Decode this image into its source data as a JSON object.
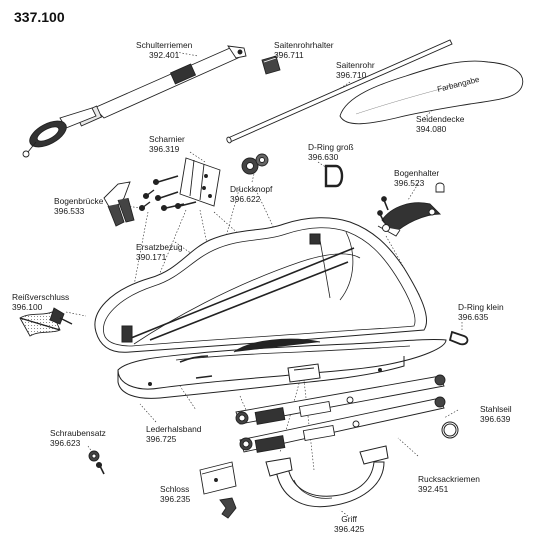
{
  "title": "337.100",
  "parts": [
    {
      "key": "schulterriemen",
      "name": "Schulterriemen",
      "number": "392.401"
    },
    {
      "key": "saitenrohrhalter",
      "name": "Saitenrohrhalter",
      "number": "396.711"
    },
    {
      "key": "saitenrohr",
      "name": "Saitenrohr",
      "number": "396.710"
    },
    {
      "key": "seidendecke",
      "name": "Seidendecke",
      "number": "394.080"
    },
    {
      "key": "scharnier",
      "name": "Scharnier",
      "number": "396.319"
    },
    {
      "key": "d-ring-gross",
      "name": "D-Ring groß",
      "number": "396.630"
    },
    {
      "key": "druckknopf",
      "name": "Druckknopf",
      "number": "396.622"
    },
    {
      "key": "bogenhalter",
      "name": "Bogenhalter",
      "number": "396.523"
    },
    {
      "key": "bogenbruecke",
      "name": "Bogenbrücke",
      "number": "396.533"
    },
    {
      "key": "ersatzbezug",
      "name": "Ersatzbezug",
      "number": "390.171"
    },
    {
      "key": "reissverschluss",
      "name": "Reißverschluss",
      "number": "396.100"
    },
    {
      "key": "d-ring-klein",
      "name": "D-Ring klein",
      "number": "396.635"
    },
    {
      "key": "stahlseil",
      "name": "Stahlseil",
      "number": "396.639"
    },
    {
      "key": "schraubensatz",
      "name": "Schraubensatz",
      "number": "396.623"
    },
    {
      "key": "lederhalsband",
      "name": "Lederhalsband",
      "number": "396.725"
    },
    {
      "key": "rucksackriemen",
      "name": "Rucksackriemen",
      "number": "392.451"
    },
    {
      "key": "schloss",
      "name": "Schloss",
      "number": "396.235"
    },
    {
      "key": "griff",
      "name": "Griff",
      "number": "396.425"
    }
  ],
  "cover_text": "Farbangabe"
}
